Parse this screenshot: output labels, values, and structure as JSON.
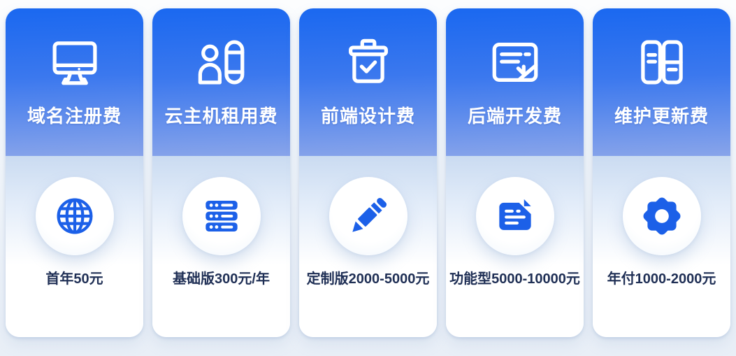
{
  "page": {
    "background_top": "#fcfdfe",
    "background_bottom": "#e9eff7"
  },
  "colors": {
    "header_gradient_top": "#1a68f0",
    "header_gradient_bottom": "#88a4ea",
    "body_gradient_top": "#cadbf1",
    "icon_blue": "#1c60e8",
    "title_text": "#ffffff",
    "price_text": "#1f2f55"
  },
  "cards": [
    {
      "title": "域名注册费",
      "price": "首年50元",
      "header_icon": "monitor-icon",
      "body_icon": "globe-icon"
    },
    {
      "title": "云主机租用费",
      "price": "基础版300元/年",
      "header_icon": "user-capsule-icon",
      "body_icon": "server-stack-icon"
    },
    {
      "title": "前端设计费",
      "price": "定制版2000-5000元",
      "header_icon": "checked-box-icon",
      "body_icon": "pencil-icon"
    },
    {
      "title": "后端开发费",
      "price": "功能型5000-10000元",
      "header_icon": "form-card-icon",
      "body_icon": "document-icon"
    },
    {
      "title": "维护更新费",
      "price": "年付1000-2000元",
      "header_icon": "server-towers-icon",
      "body_icon": "gear-icon"
    }
  ]
}
